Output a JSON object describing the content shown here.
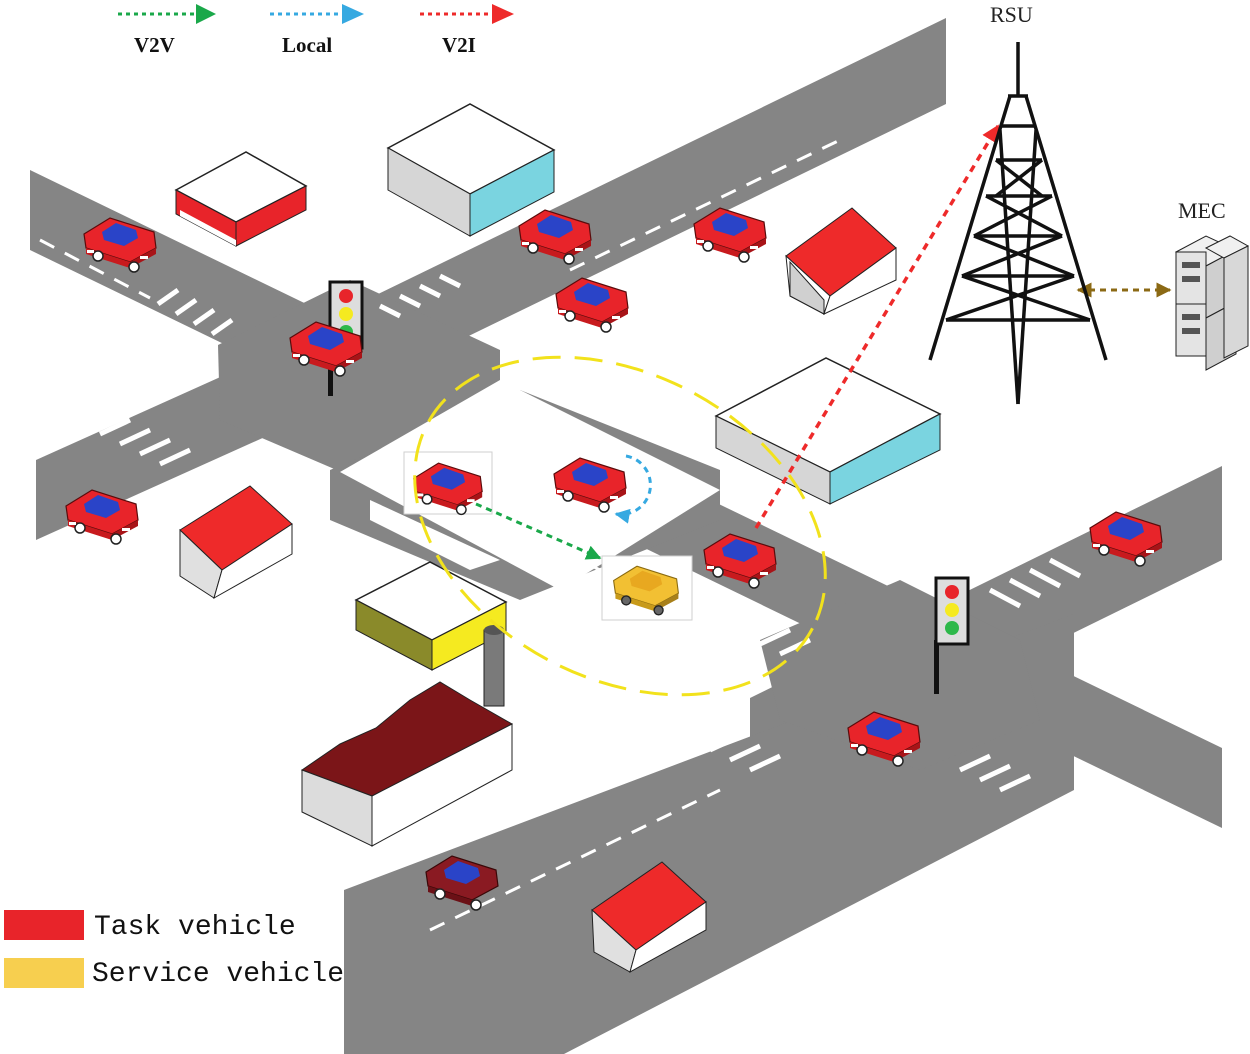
{
  "legend_top": {
    "v2v": {
      "label": "V2V",
      "color": "#1aa84a"
    },
    "local": {
      "label": "Local",
      "color": "#36a9e1"
    },
    "v2i": {
      "label": "V2I",
      "color": "#ee2a2a"
    }
  },
  "rsu": {
    "label": "RSU"
  },
  "mec": {
    "label": "MEC",
    "link_color": "#8b6914"
  },
  "legend_bottom": {
    "task": {
      "label": "Task vehicle",
      "color": "#e8242a"
    },
    "service": {
      "label": "Service vehicle",
      "color": "#f7cf4f"
    }
  },
  "colors": {
    "road": "#858585",
    "car_body": "#e8242a",
    "car_window": "#2a44c8",
    "roof_red": "#ee2a2a",
    "roof_factory": "#7b1518",
    "coverage_ellipse": "#f2e21c"
  }
}
